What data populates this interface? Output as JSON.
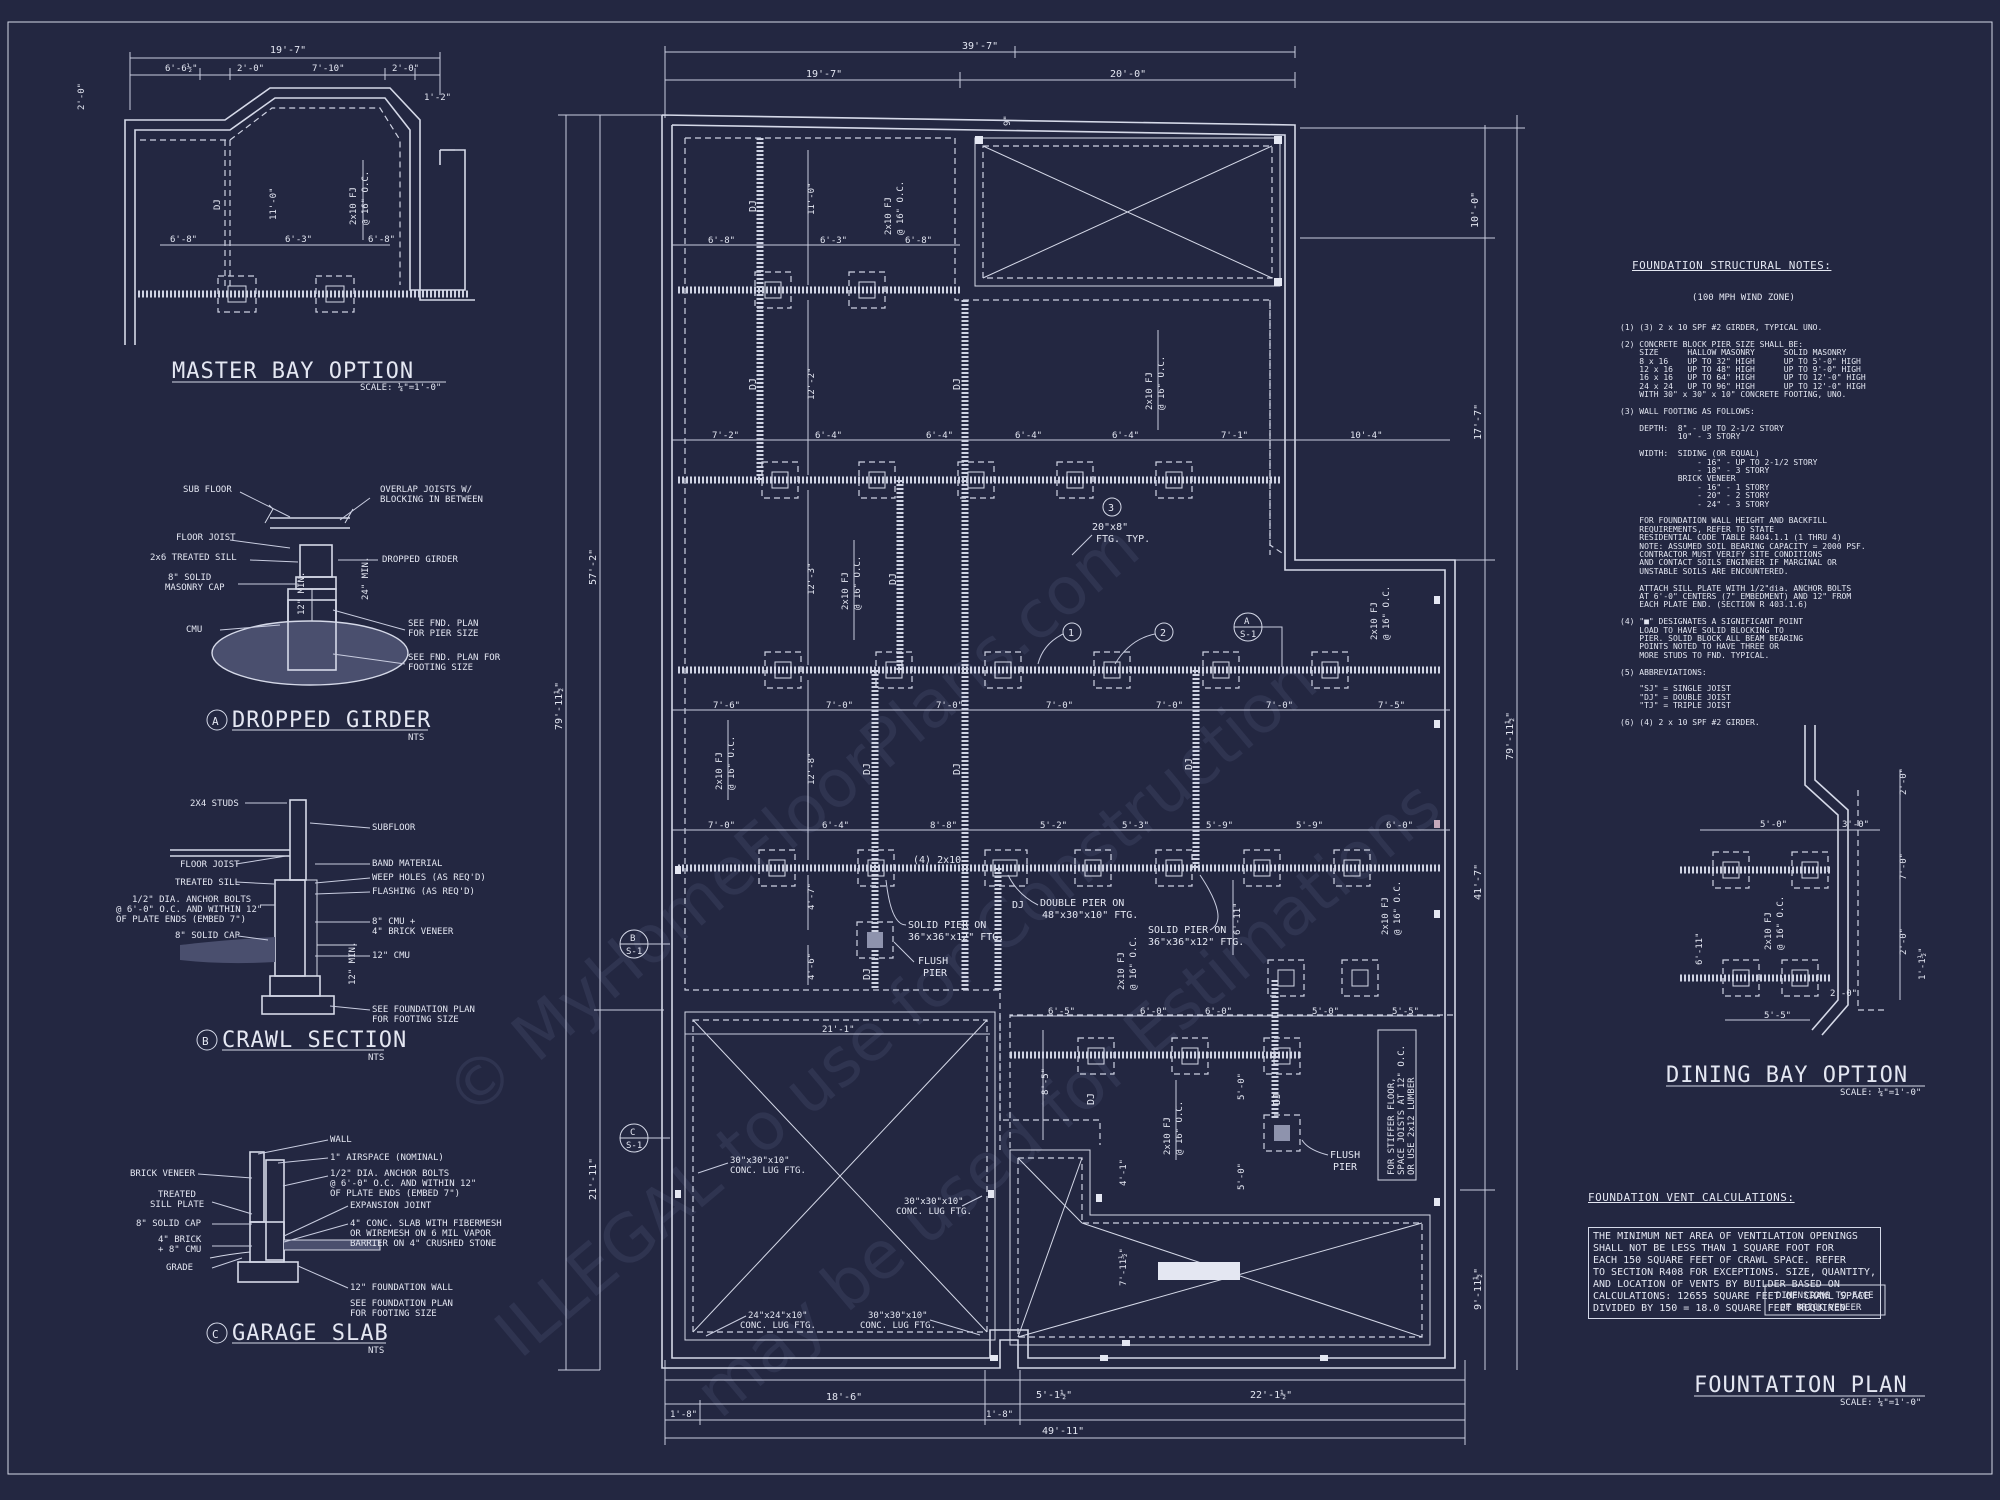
{
  "titles": {
    "master_bay": "MASTER BAY OPTION",
    "master_bay_scale": "SCALE: ¼\"=1'-0\"",
    "dropped_girder": "DROPPED GIRDER",
    "dropped_girder_letter": "A",
    "crawl_section": "CRAWL SECTION",
    "crawl_section_letter": "B",
    "garage_slab": "GARAGE SLAB",
    "garage_slab_letter": "C",
    "nts": "NTS",
    "dining_bay": "DINING BAY OPTION",
    "dining_bay_scale": "SCALE: ¼\"=1'-0\"",
    "foundation_plan": "FOUNTATION PLAN",
    "foundation_plan_scale": "SCALE: ¼\"=1'-0\""
  },
  "master_bay_dims": [
    "19'-7\"",
    "6'-6½\"",
    "2'-0\"",
    "7'-10\"",
    "2'-0\"",
    "2'-0\"",
    "1'-2\"",
    "6'-8\"",
    "6'-3\"",
    "6'-8\"",
    "11'-0\"",
    "DJ",
    "2x10 FJ",
    "@ 16\" O.C."
  ],
  "dropped_girder_labels": [
    "SUB FLOOR",
    "OVERLAP JOISTS W/",
    "BLOCKING IN BETWEEN",
    "FLOOR JOIST",
    "2x6 TREATED SILL",
    "DROPPED GIRDER",
    "8\" SOLID",
    "MASONRY CAP",
    "CMU",
    "SEE FND. PLAN",
    "FOR PIER SIZE",
    "SEE FND. PLAN FOR",
    "FOOTING SIZE",
    "24\" MIN.",
    "12\" MIN."
  ],
  "crawl_labels": [
    "2X4 STUDS",
    "SUBFLOOR",
    "FLOOR JOIST",
    "BAND MATERIAL",
    "TREATED SILL",
    "WEEP HOLES (AS REQ'D)",
    "FLASHING (AS REQ'D)",
    "1/2\" DIA. ANCHOR BOLTS",
    "@ 6'-0\" O.C. AND WITHIN 12\"",
    "OF PLATE ENDS (EMBED 7\")",
    "8\" CMU +",
    "4\" BRICK VENEER",
    "8\" SOLID CAP",
    "12\" CMU",
    "12\" MIN.",
    "SEE FOUNDATION PLAN",
    "FOR FOOTING SIZE"
  ],
  "garage_labels": [
    "WALL",
    "1\" AIRSPACE (NOMINAL)",
    "BRICK VENEER",
    "1/2\" DIA. ANCHOR BOLTS",
    "@ 6'-0\" O.C. AND WITHIN 12\"",
    "OF PLATE ENDS (EMBED 7\")",
    "TREATED",
    "SILL PLATE",
    "EXPANSION JOINT",
    "8\" SOLID CAP",
    "4\" CONC. SLAB WITH FIBERMESH",
    "OR WIREMESH ON 6 MIL VAPOR",
    "BARRIER ON 4\" CRUSHED STONE",
    "4\" BRICK",
    "+ 8\" CMU",
    "GRADE",
    "12\" FOUNDATION WALL",
    "SEE FOUNDATION PLAN",
    "FOR FOOTING SIZE"
  ],
  "plan_dims": {
    "top_overall": "39'-7\"",
    "top_left": "19'-7\"",
    "top_right": "20'-0\"",
    "bottom_overall": "49'-11\"",
    "bottom_left": "18'-6\"",
    "bottom_mid": "5'-1½\"",
    "bottom_right": "22'-1½\"",
    "bottom_small_a": "1'-8\"",
    "bottom_small_b": "1'-8\"",
    "left_overall": "79'-11½\"",
    "left_upper": "57'-2\"",
    "left_lower": "21'-11\"",
    "right_overall": "79'-11½\"",
    "right_a": "17'-7\"",
    "right_b": "41'-7\"",
    "right_c": "9'-11½\"",
    "right_top": "10'-0\"",
    "small_9": "9\"",
    "row1": [
      "6'-8\"",
      "6'-3\"",
      "6'-8\""
    ],
    "row2": [
      "7'-2\"",
      "6'-4\"",
      "6'-4\"",
      "6'-4\"",
      "6'-4\"",
      "7'-1\"",
      "10'-4\""
    ],
    "row3": [
      "7'-6\"",
      "7'-0\"",
      "7'-0\"",
      "7'-0\"",
      "7'-0\"",
      "7'-0\"",
      "7'-5\""
    ],
    "row4": [
      "7'-0\"",
      "6'-4\"",
      "8'-8\"",
      "5'-2\"",
      "5'-3\"",
      "5'-9\"",
      "5'-9\"",
      "6'-0\""
    ],
    "row5": [
      "6'-5\"",
      "6'-0\"",
      "6'-0\"",
      "5'-0\"",
      "5'-5\""
    ],
    "verticals": [
      "11'-0\"",
      "12'-2\"",
      "12'-3\"",
      "12'-8\"",
      "4'-7\"",
      "4'-6\"",
      "6'-11\"",
      "8'-5\"",
      "5'-0\"",
      "5'-0\"",
      "4'-1\"",
      "7'-11½\"",
      "21'-1\""
    ]
  },
  "plan_labels": {
    "dj": "DJ",
    "fj": "2x10 FJ",
    "oc": "@ 16\" O.C.",
    "ftg_typ": "20\"x8\"",
    "ftg_typ2": "FTG. TYP.",
    "girder_4x10": "(4) 2x10",
    "double_pier": "DOUBLE PIER ON",
    "double_pier2": "48\"x30\"x10\" FTG.",
    "solid_pier": "SOLID PIER ON",
    "solid_pier2": "36\"x36\"x12\" FTG.",
    "solid_pier3": "36\"x36\"x12\" FTG.",
    "flush_pier": "FLUSH",
    "flush_pier2": "PIER",
    "conc_lug1": "30\"x30\"x10\"",
    "conc_lug1b": "CONC. LUG FTG.",
    "conc_lug2": "30\"x30\"x10\"",
    "conc_lug2b": "CONC. LUG FTG.",
    "conc_lug3": "24\"x24\"x10\"",
    "conc_lug3b": "CONC. LUG FTG.",
    "conc_lug4": "30\"x30\"x10\"",
    "conc_lug4b": "CONC. LUG FTG.",
    "stiffer_floor": "FOR STIFFER FLOOR,",
    "stiffer_floor2": "SPACE JOISTS AT 12\" O.C.",
    "stiffer_floor3": "OR USE 2x12 LUMBER",
    "tag_1": "1",
    "tag_2": "2",
    "tag_3": "3",
    "sec_a": "A",
    "sec_b": "B",
    "sec_c": "C",
    "sec_sheet": "S-1",
    "dim_face": "DIMENSIONS TO FACE",
    "dim_face2": "OF BRICK VENEER"
  },
  "dining_bay_dims": [
    "5'-0\"",
    "3'-0\"",
    "2'-0\"",
    "7'-0\"",
    "2'-0\"",
    "6'-11\"",
    "1'-1½\"",
    "2'-0\"",
    "5'-5\"",
    "2x10 FJ",
    "@ 16\" O.C."
  ],
  "structural_notes": {
    "heading": "FOUNDATION STRUCTURAL NOTES:",
    "subheading": "(100 MPH WIND ZONE)",
    "body": "(1) (3) 2 x 10 SPF #2 GIRDER, TYPICAL UNO.\n\n(2) CONCRETE BLOCK PIER SIZE SHALL BE:\n    SIZE      HALLOW MASONRY      SOLID MASONRY\n    8 x 16    UP TO 32\" HIGH      UP TO 5'-0\" HIGH\n    12 x 16   UP TO 48\" HIGH      UP TO 9'-0\" HIGH\n    16 x 16   UP TO 64\" HIGH      UP TO 12'-0\" HIGH\n    24 x 24   UP TO 96\" HIGH      UP TO 12'-0\" HIGH\n    WITH 30\" x 30\" x 10\" CONCRETE FOOTING, UNO.\n\n(3) WALL FOOTING AS FOLLOWS:\n\n    DEPTH:  8\" - UP TO 2-1/2 STORY\n            10\" - 3 STORY\n\n    WIDTH:  SIDING (OR EQUAL)\n                - 16\" - UP TO 2-1/2 STORY\n                - 18\" - 3 STORY\n            BRICK VENEER\n                - 16\" - 1 STORY\n                - 20\" - 2 STORY\n                - 24\" - 3 STORY\n\n    FOR FOUNDATION WALL HEIGHT AND BACKFILL\n    REQUIREMENTS, REFER TO STATE\n    RESIDENTIAL CODE TABLE R404.1.1 (1 THRU 4)\n    NOTE: ASSUMED SOIL BEARING CAPACITY = 2000 PSF.\n    CONTRACTOR MUST VERIFY SITE CONDITIONS\n    AND CONTACT SOILS ENGINEER IF MARGINAL OR\n    UNSTABLE SOILS ARE ENCOUNTERED.\n\n    ATTACH SILL PLATE WITH 1/2\"dia. ANCHOR BOLTS\n    AT 6'-0\" CENTERS (7\" EMBEDMENT) AND 12\" FROM\n    EACH PLATE END. (SECTION R 403.1.6)\n\n(4) \"■\" DESIGNATES A SIGNIFICANT POINT\n    LOAD TO HAVE SOLID BLOCKING TO\n    PIER. SOLID BLOCK ALL BEAM BEARING\n    POINTS NOTED TO HAVE THREE OR\n    MORE STUDS TO FND. TYPICAL.\n\n(5) ABBREVIATIONS:\n\n    \"SJ\" = SINGLE JOIST\n    \"DJ\" = DOUBLE JOIST\n    \"TJ\" = TRIPLE JOIST\n\n(6) (4) 2 x 10 SPF #2 GIRDER."
  },
  "vent_calc": {
    "heading": "FOUNDATION VENT CALCULATIONS:",
    "body": "THE MINIMUM NET AREA OF VENTILATION OPENINGS\nSHALL NOT BE LESS THAN 1 SQUARE FOOT FOR\nEACH 150 SQUARE FEET OF CRAWL SPACE. REFER\nTO SECTION R408 FOR EXCEPTIONS. SIZE, QUANTITY,\nAND LOCATION OF VENTS BY BUILDER BASED ON\nCALCULATIONS: 12655 SQUARE FEET OF CRAWL SPACE\nDIVIDED BY 150 = 18.0 SQUARE FEET REQUIRED"
  },
  "watermark": {
    "line1": "© MyHomeFloorPlans.com",
    "line2": "ILLEGAL to use for Construction",
    "line3": "may be used for Estimations"
  },
  "colors": {
    "background": "#232741",
    "lines": "#d5d9e8"
  }
}
